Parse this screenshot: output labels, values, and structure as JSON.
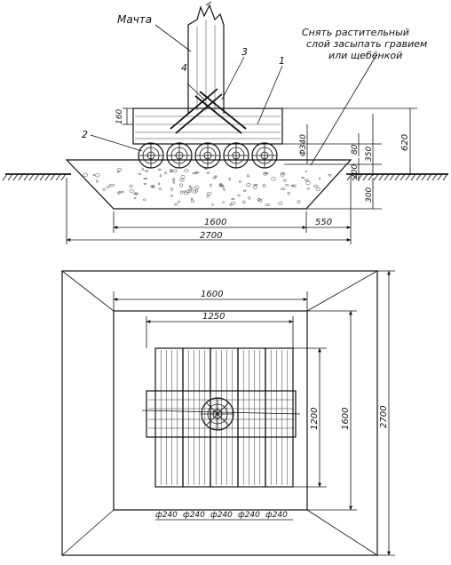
{
  "section": {
    "mast_label": "Мачта",
    "note_line1": "Снять растительный",
    "note_line2": "слой засыпать гравием",
    "note_line3": "или щебёнкой",
    "callouts": [
      "1",
      "2",
      "3",
      "4"
    ],
    "dims": {
      "d160": "160",
      "phi340": "Ф340",
      "d80": "80",
      "d350": "350",
      "d200": "200",
      "d300": "300",
      "d620": "620",
      "d1600": "1600",
      "d550": "550",
      "d2700": "2700"
    }
  },
  "plan": {
    "dims": {
      "d1600_top": "1600",
      "d1250": "1250",
      "d1200": "1200",
      "d1600_side": "1600",
      "d2700_side": "2700"
    },
    "log_labels": [
      "ф240",
      "ф240",
      "ф240",
      "ф240",
      "ф240"
    ]
  }
}
